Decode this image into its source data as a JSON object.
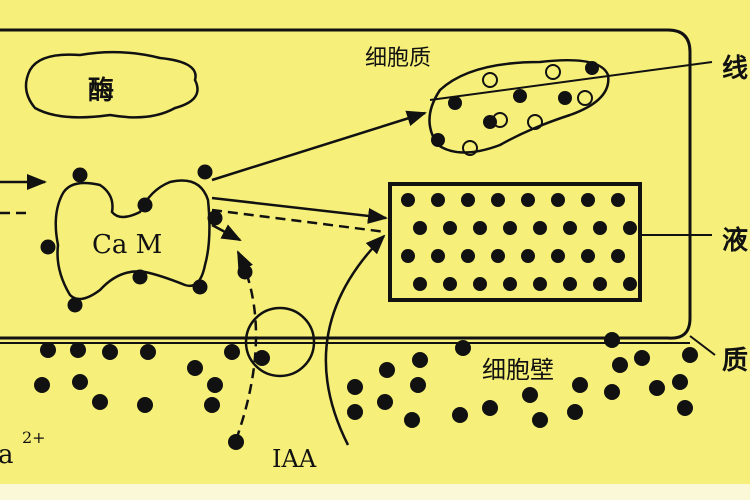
{
  "labels": {
    "enzyme": "酶",
    "cytoplasm": "细胞质",
    "mitochondrion_partial": "线",
    "vacuole_partial": "液",
    "membrane_partial": "质",
    "calmodulin": "Ca M",
    "cell_wall": "细胞壁",
    "auxin": "IAA",
    "calcium_partial": "a",
    "calcium_charge": "2+"
  },
  "colors": {
    "background": "#f6f07a",
    "ink": "#111111",
    "bottom_strip": "#fbf8d8"
  }
}
